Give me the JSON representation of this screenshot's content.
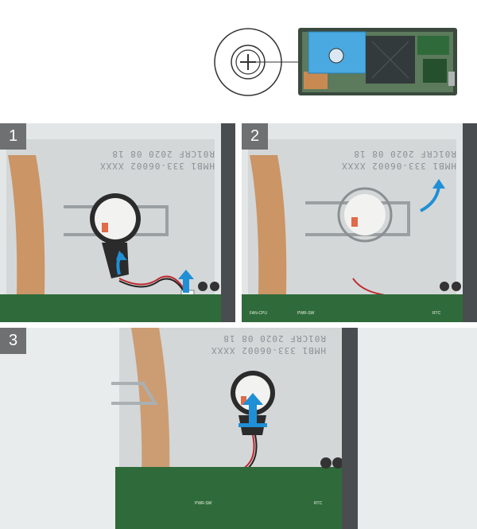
{
  "overview": {
    "screw_symbol": "phillips-screw-icon"
  },
  "steps": [
    {
      "number": "1"
    },
    {
      "number": "2"
    },
    {
      "number": "3"
    }
  ],
  "engraving": {
    "line1": "R01CRF 2020 08 18",
    "line2": "HMB1 333-06002 XXXX"
  },
  "pcb_labels": {
    "fan_cpu": "FAN-CPU",
    "pwr_sw": "PWR-SW",
    "rtc": "RTC"
  },
  "colors": {
    "highlight_blue": "#4aa9e0",
    "arrow_blue": "#1f8fd6",
    "copper": "#c98a52",
    "pcb_green": "#2f6b3a",
    "metal": "#cfd3d4"
  }
}
